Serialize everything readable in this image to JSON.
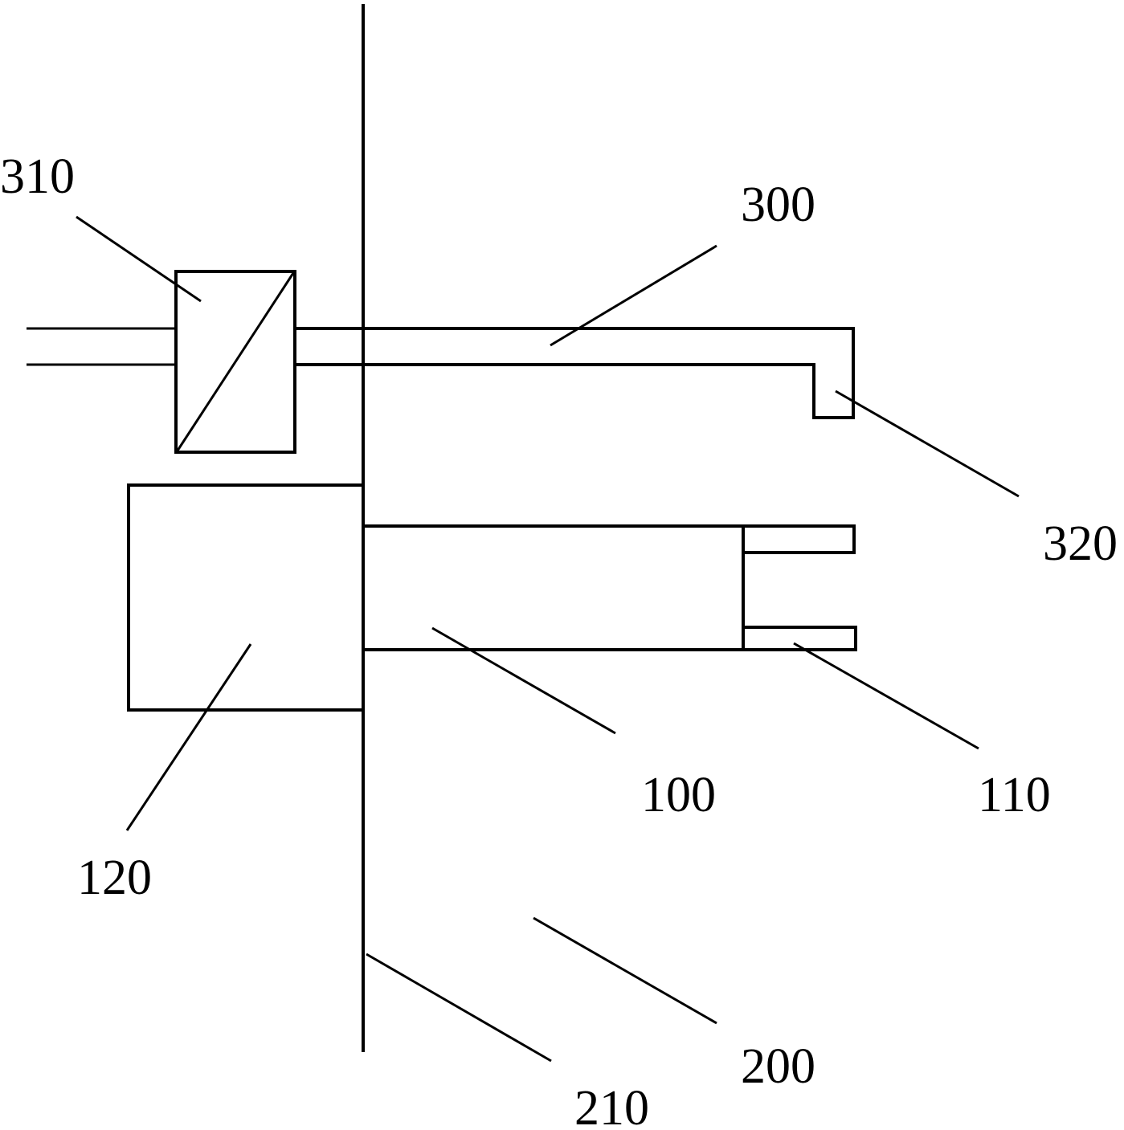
{
  "colors": {
    "line": "#000000",
    "background": "#ffffff"
  },
  "labels": {
    "l310": "310",
    "l300": "300",
    "l320": "320",
    "l120": "120",
    "l100": "100",
    "l110": "110",
    "l200": "200",
    "l210": "210"
  }
}
